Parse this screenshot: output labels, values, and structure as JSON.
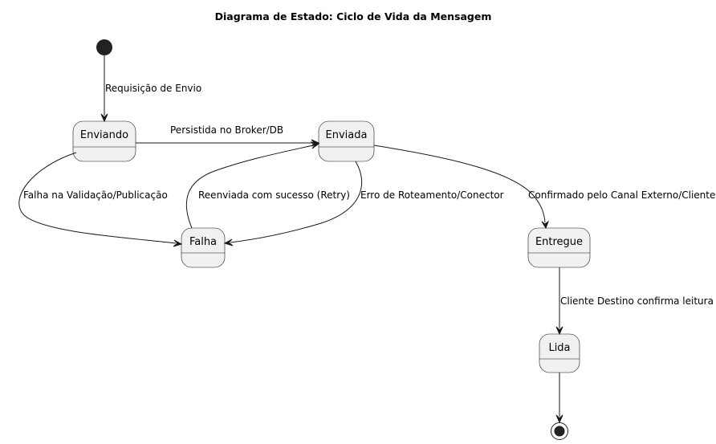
{
  "title": "Diagrama de Estado: Ciclo de Vida da Mensagem",
  "states": {
    "enviando": "Enviando",
    "enviada": "Enviada",
    "falha": "Falha",
    "entregue": "Entregue",
    "lida": "Lida"
  },
  "transitions": {
    "start_to_enviando": "Requisição de Envio",
    "enviando_to_enviada": "Persistida no Broker/DB",
    "enviando_to_falha": "Falha na Validação/Publicação",
    "falha_to_enviada": "Reenviada com sucesso (Retry)",
    "enviada_to_falha": "Erro de Roteamento/Conector",
    "enviada_to_entregue": "Confirmado pelo Canal Externo/Cliente",
    "entregue_to_lida": "Cliente Destino confirma leitura"
  },
  "colors": {
    "state_fill": "#F1F1F1",
    "line": "#181818",
    "background": "#FFFFFF"
  }
}
